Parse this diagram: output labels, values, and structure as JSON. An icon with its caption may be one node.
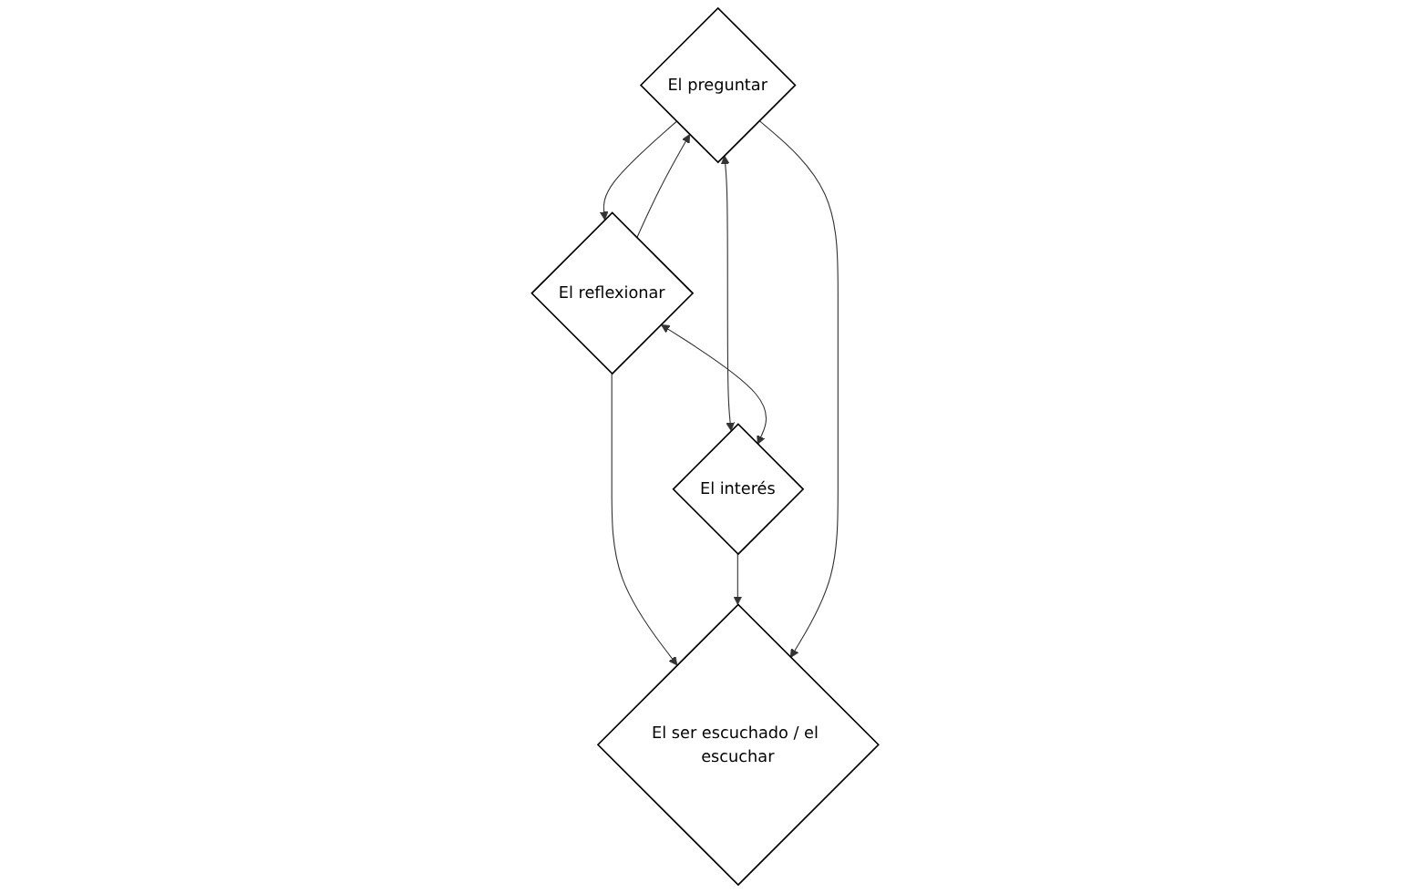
{
  "diagram": {
    "nodes": [
      {
        "text": [
          "El preguntar"
        ]
      },
      {
        "text": [
          "El reflexionar"
        ]
      },
      {
        "text": [
          "El interés"
        ]
      },
      {
        "text": [
          "El ser escuchado / el escuchar"
        ]
      }
    ],
    "edges": [
      {
        "from": 1,
        "to": 0,
        "arrow": "to"
      },
      {
        "from": 0,
        "to": 1,
        "arrow": "to"
      },
      {
        "from": 0,
        "to": 2,
        "arrow": "both"
      },
      {
        "from": 1,
        "to": 2,
        "arrow": "both"
      },
      {
        "from": 1,
        "to": 3,
        "arrow": "to"
      },
      {
        "from": 2,
        "to": 3,
        "arrow": "to"
      },
      {
        "from": 0,
        "to": 3,
        "arrow": "to"
      }
    ]
  }
}
